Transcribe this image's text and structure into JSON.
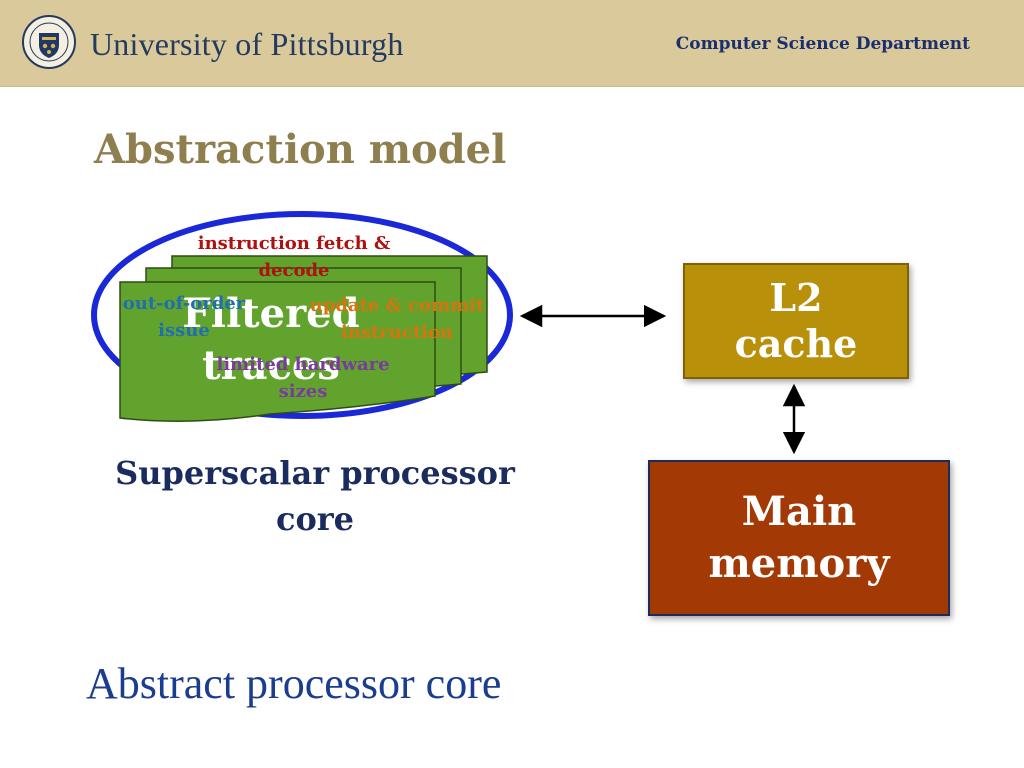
{
  "header": {
    "university": "University of Pittsburgh",
    "department": "Computer Science Department",
    "background": "#d9c99b"
  },
  "slide": {
    "title": "Abstraction model",
    "bottom_text": "Abstract processor core"
  },
  "diagram": {
    "core_caption": "Superscalar processor core",
    "traces_label": "Filtered traces",
    "stage_labels": {
      "fetch": "instruction fetch & decode",
      "issue": "out-of-order issue",
      "commit": "update & commit instruction",
      "hardware": "limited hardware sizes"
    },
    "l2_cache": "L2 cache",
    "main_memory": "Main memory",
    "colors": {
      "ellipse": "#1a28d8",
      "card_fill": "#62a32e",
      "l2_fill": "#b8900a",
      "memory_fill": "#a33a06",
      "fetch": "#b01010",
      "issue": "#1f6fb0",
      "commit": "#d9730d",
      "hardware": "#7a3c9c"
    }
  }
}
